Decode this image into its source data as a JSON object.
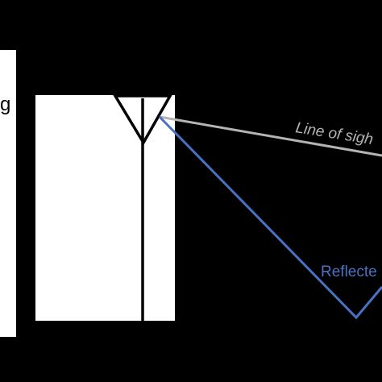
{
  "labels": {
    "left_edge_fragment": "g",
    "line_of_sight": "Line of sigh",
    "reflected": "Reflecte"
  },
  "colors": {
    "background": "#000000",
    "panel": "#ffffff",
    "antenna": "#000000",
    "line_of_sight_path": "#b4b4b4",
    "reflected_path": "#4a72c4",
    "line_of_sight_text": "#b4b4b4",
    "reflected_text": "#4a72c4",
    "left_fragment_text": "#000000"
  },
  "icons": {
    "antenna": "triangle-dipole-antenna-icon"
  }
}
